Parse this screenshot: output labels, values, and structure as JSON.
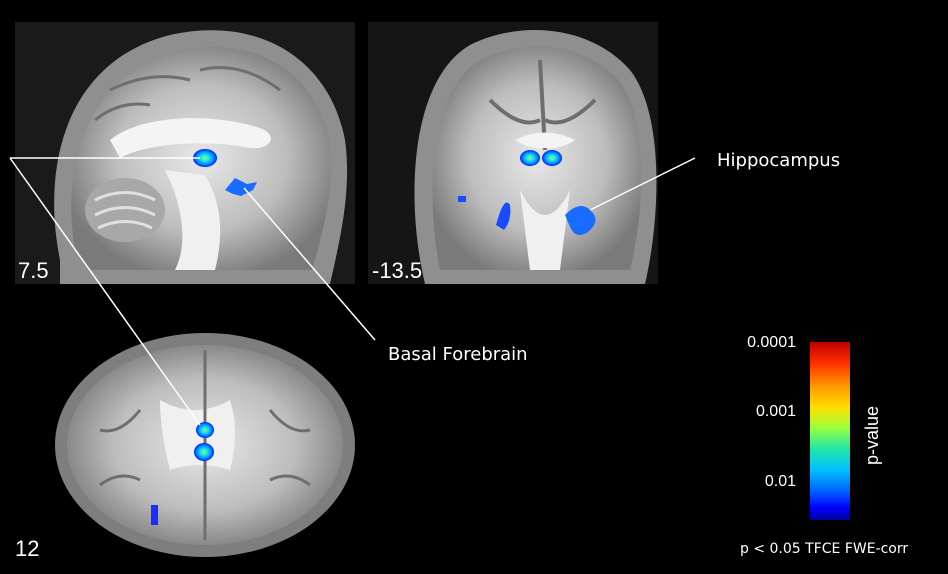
{
  "slices": {
    "sagittal": "7.5",
    "coronal": "-13.5",
    "axial": "12"
  },
  "regions": {
    "hippocampus": "Hippocampus",
    "basal_forebrain": "Basal Forebrain"
  },
  "colorbar": {
    "title": "p-value",
    "ticks": [
      "0.0001",
      "0.001",
      "0.01"
    ],
    "colors": [
      "#c00000",
      "#ff9a00",
      "#ffe000",
      "#22e6a8",
      "#00bfff",
      "#0000ff"
    ]
  },
  "footer": "p < 0.05 TFCE FWE-corr"
}
